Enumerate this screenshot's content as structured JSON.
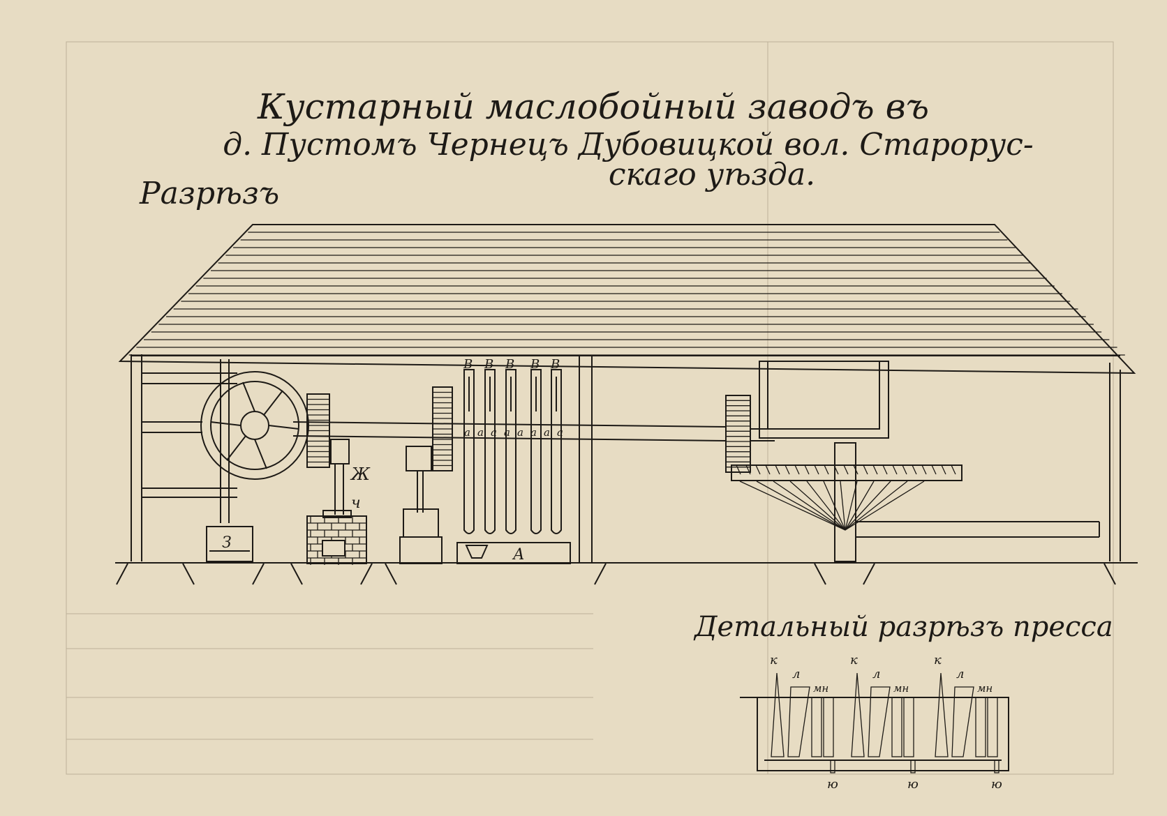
{
  "title": {
    "line1": "Кустарный маслобойный заводъ въ",
    "line2": "д. Пустомъ Чернецъ Дубовицкой вол. Старорус-",
    "line3": "скаго уѣзда."
  },
  "section_label": "Разрѣзъ",
  "detail_label": "Детальный разрѣзъ пресса",
  "letters": {
    "stamps": [
      "В",
      "В",
      "В",
      "В",
      "В"
    ],
    "shaft_marks": [
      "а",
      "а",
      "а",
      "а",
      "а",
      "а",
      "а",
      "а"
    ],
    "zh": "Ж",
    "ch": "ч",
    "z": "З",
    "a": "А",
    "detail_k": [
      "к",
      "к",
      "к"
    ],
    "detail_l": [
      "л",
      "л",
      "л"
    ],
    "detail_mn": [
      "мн",
      "мн",
      "мн"
    ],
    "detail_bottom": [
      "ю",
      "ю",
      "ю"
    ]
  },
  "colors": {
    "paper": "#e7dcc3",
    "ink": "#1d1a16",
    "ghost": "#bcb198"
  }
}
